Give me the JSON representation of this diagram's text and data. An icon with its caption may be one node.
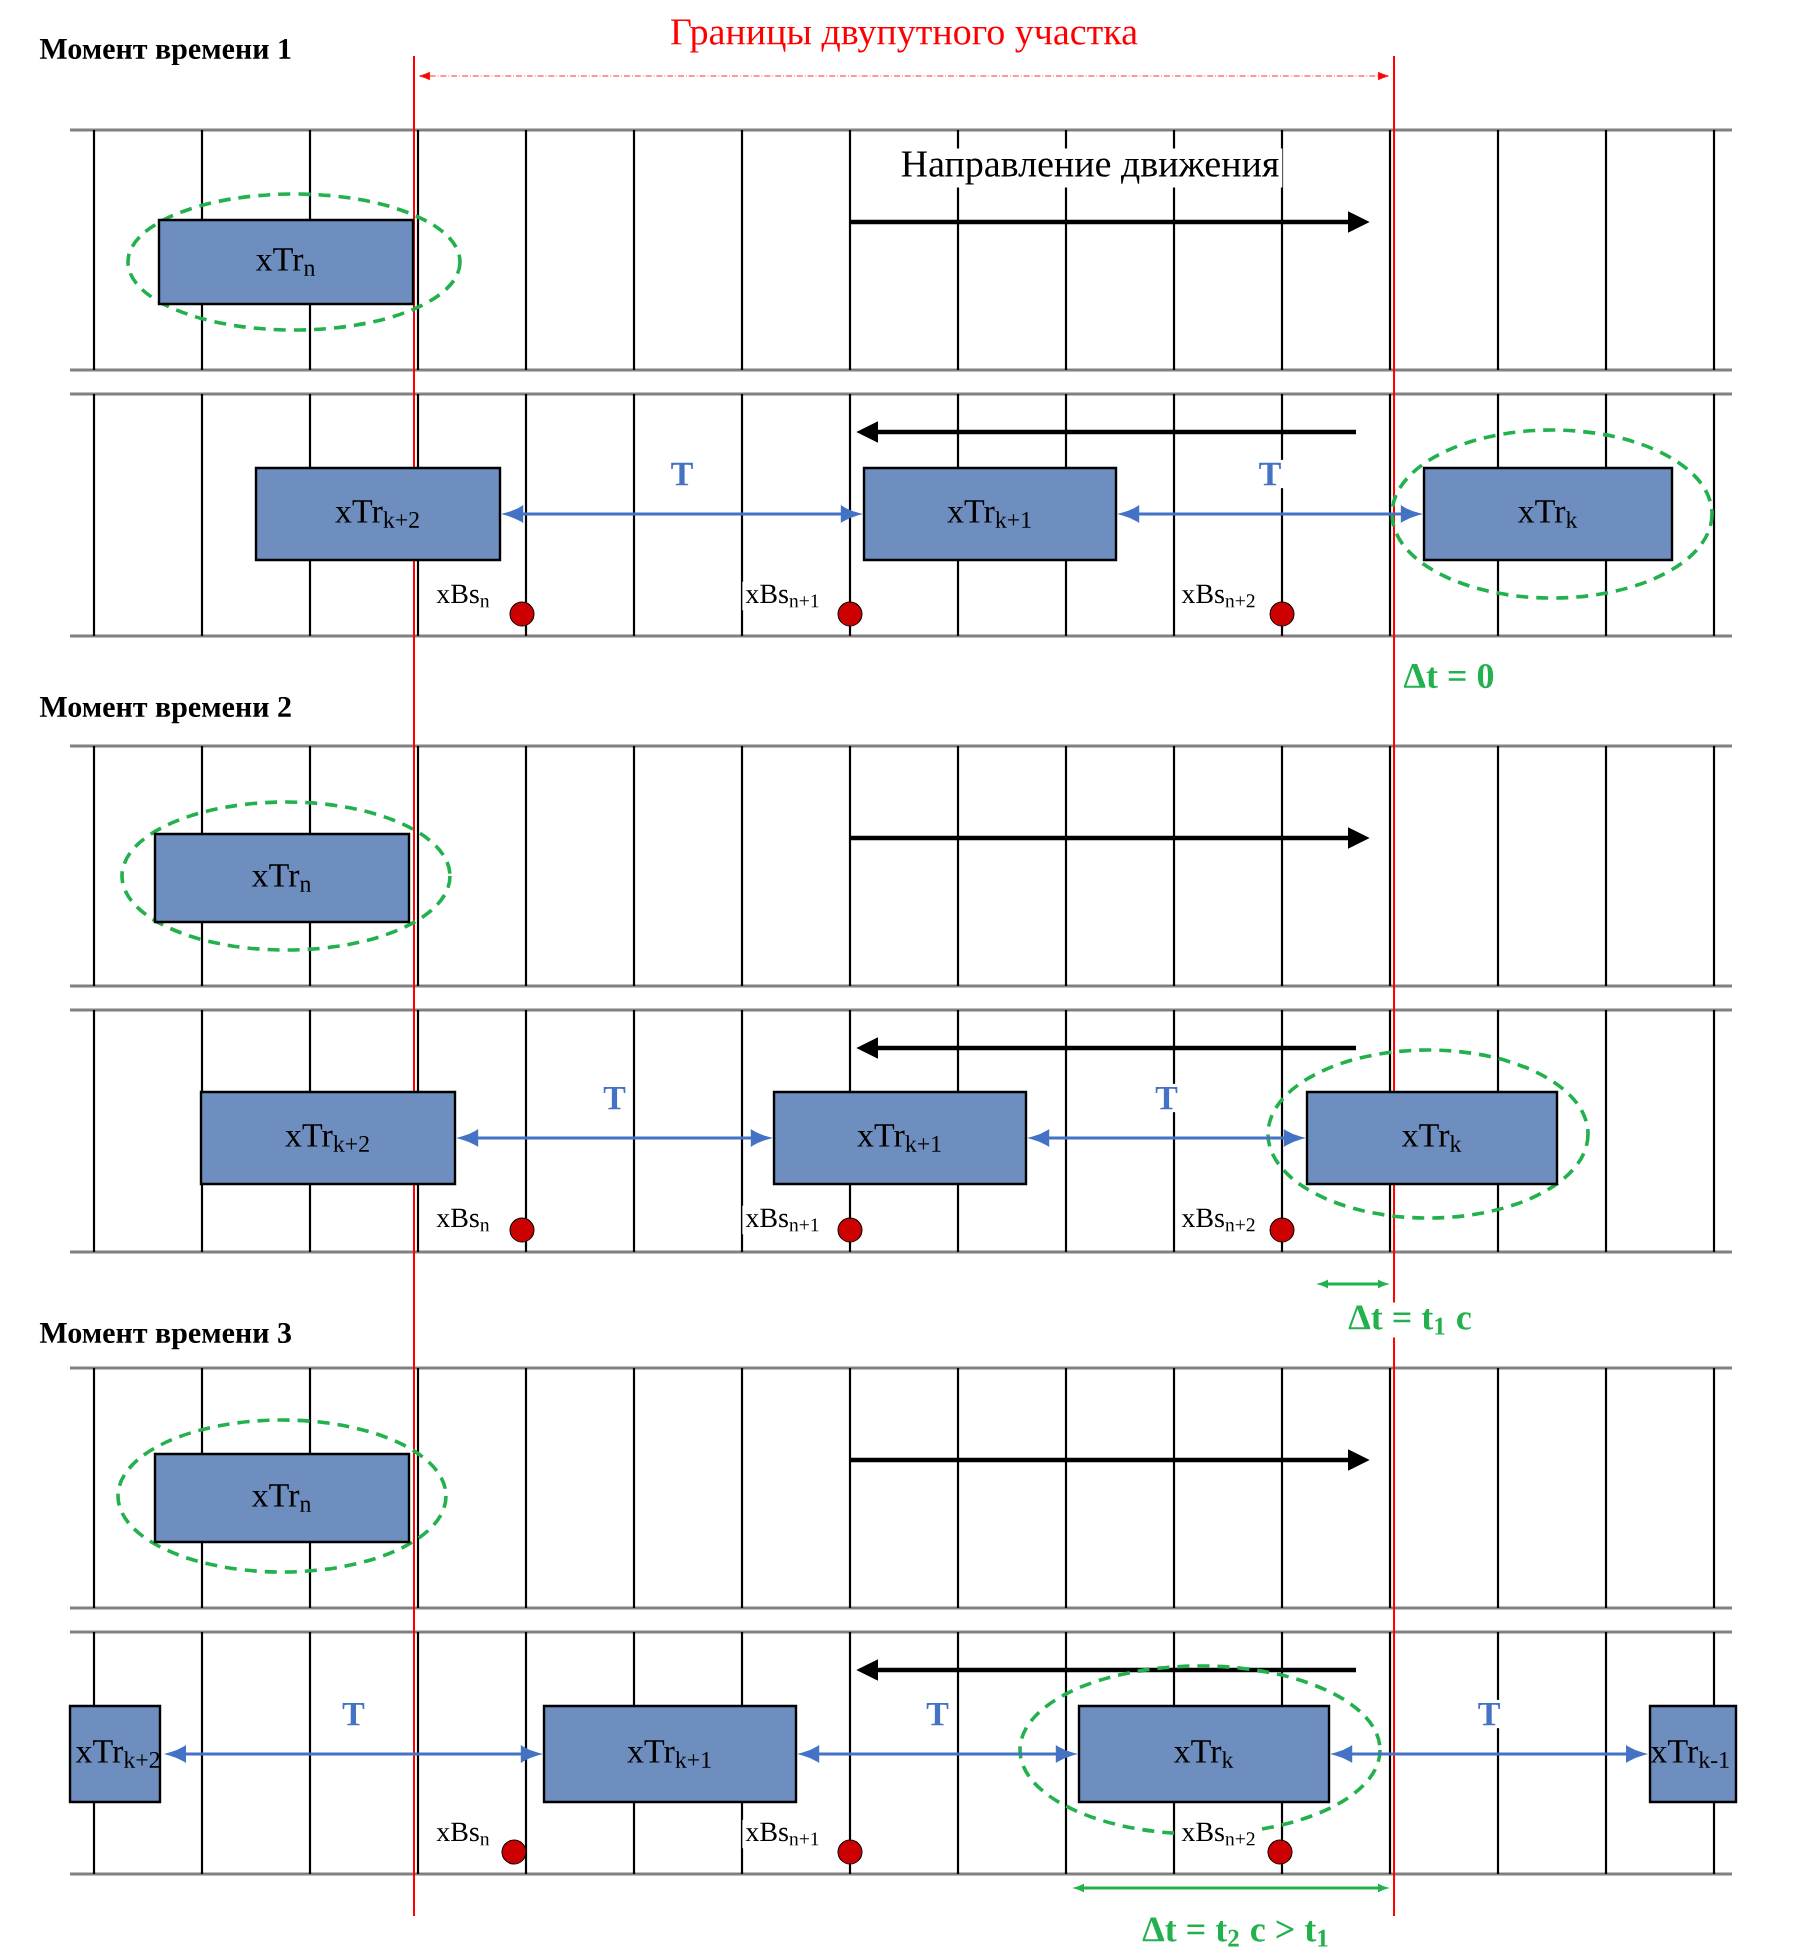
{
  "diagram": {
    "nodes": [
      {
        "text": [
          "xTr$_{n}$"
        ]
      },
      {
        "text": [
          "xTr$_{k+2}$"
        ]
      },
      {
        "text": [
          "xTr$_{k+1}$"
        ]
      },
      {
        "text": [
          "xTr$_{k}$"
        ]
      },
      {
        "text": [
          "xTr$_{n}$"
        ]
      },
      {
        "text": [
          "xTr$_{k+2}$"
        ]
      },
      {
        "text": [
          "xTr$_{k+1}$"
        ]
      },
      {
        "text": [
          "xTr$_{k}$"
        ]
      },
      {
        "text": [
          "xTr$_{n}$"
        ]
      },
      {
        "text": [
          "xTr$_{k+2}$"
        ]
      },
      {
        "text": [
          "xTr$_{k+1}$"
        ]
      },
      {
        "text": [
          "xTr$_{k}$"
        ]
      },
      {
        "text": [
          "xTr$_{k-1}$"
        ]
      }
    ],
    "edges": [
      {
        "from": 1,
        "to": 2,
        "arrow": "both",
        "label": "T"
      },
      {
        "from": 2,
        "to": 3,
        "arrow": "both",
        "label": "T"
      },
      {
        "from": 5,
        "to": 6,
        "arrow": "both",
        "label": "T"
      },
      {
        "from": 6,
        "to": 7,
        "arrow": "both",
        "label": "T"
      },
      {
        "from": 9,
        "to": 10,
        "arrow": "both",
        "label": "T"
      },
      {
        "from": 10,
        "to": 11,
        "arrow": "both",
        "label": "T"
      },
      {
        "from": 11,
        "to": 12,
        "arrow": "both",
        "label": "T"
      }
    ],
    "labels": [
      "Границы двупутного участка",
      "Момент времени 1",
      "Направление движения",
      "xBs$_{n}$",
      "xBs$_{n+1}$",
      "xBs$_{n+2}$",
      "Δt = 0",
      "Момент времени 2",
      "xBs$_{n}$",
      "xBs$_{n+1}$",
      "xBs$_{n+2}$",
      "Δt = t$_{1}$ с",
      "Момент времени 3",
      "xBs$_{n}$",
      "xBs$_{n+1}$",
      "xBs$_{n+2}$",
      "Δt = t$_{2}$ с > t$_{1}$"
    ]
  }
}
